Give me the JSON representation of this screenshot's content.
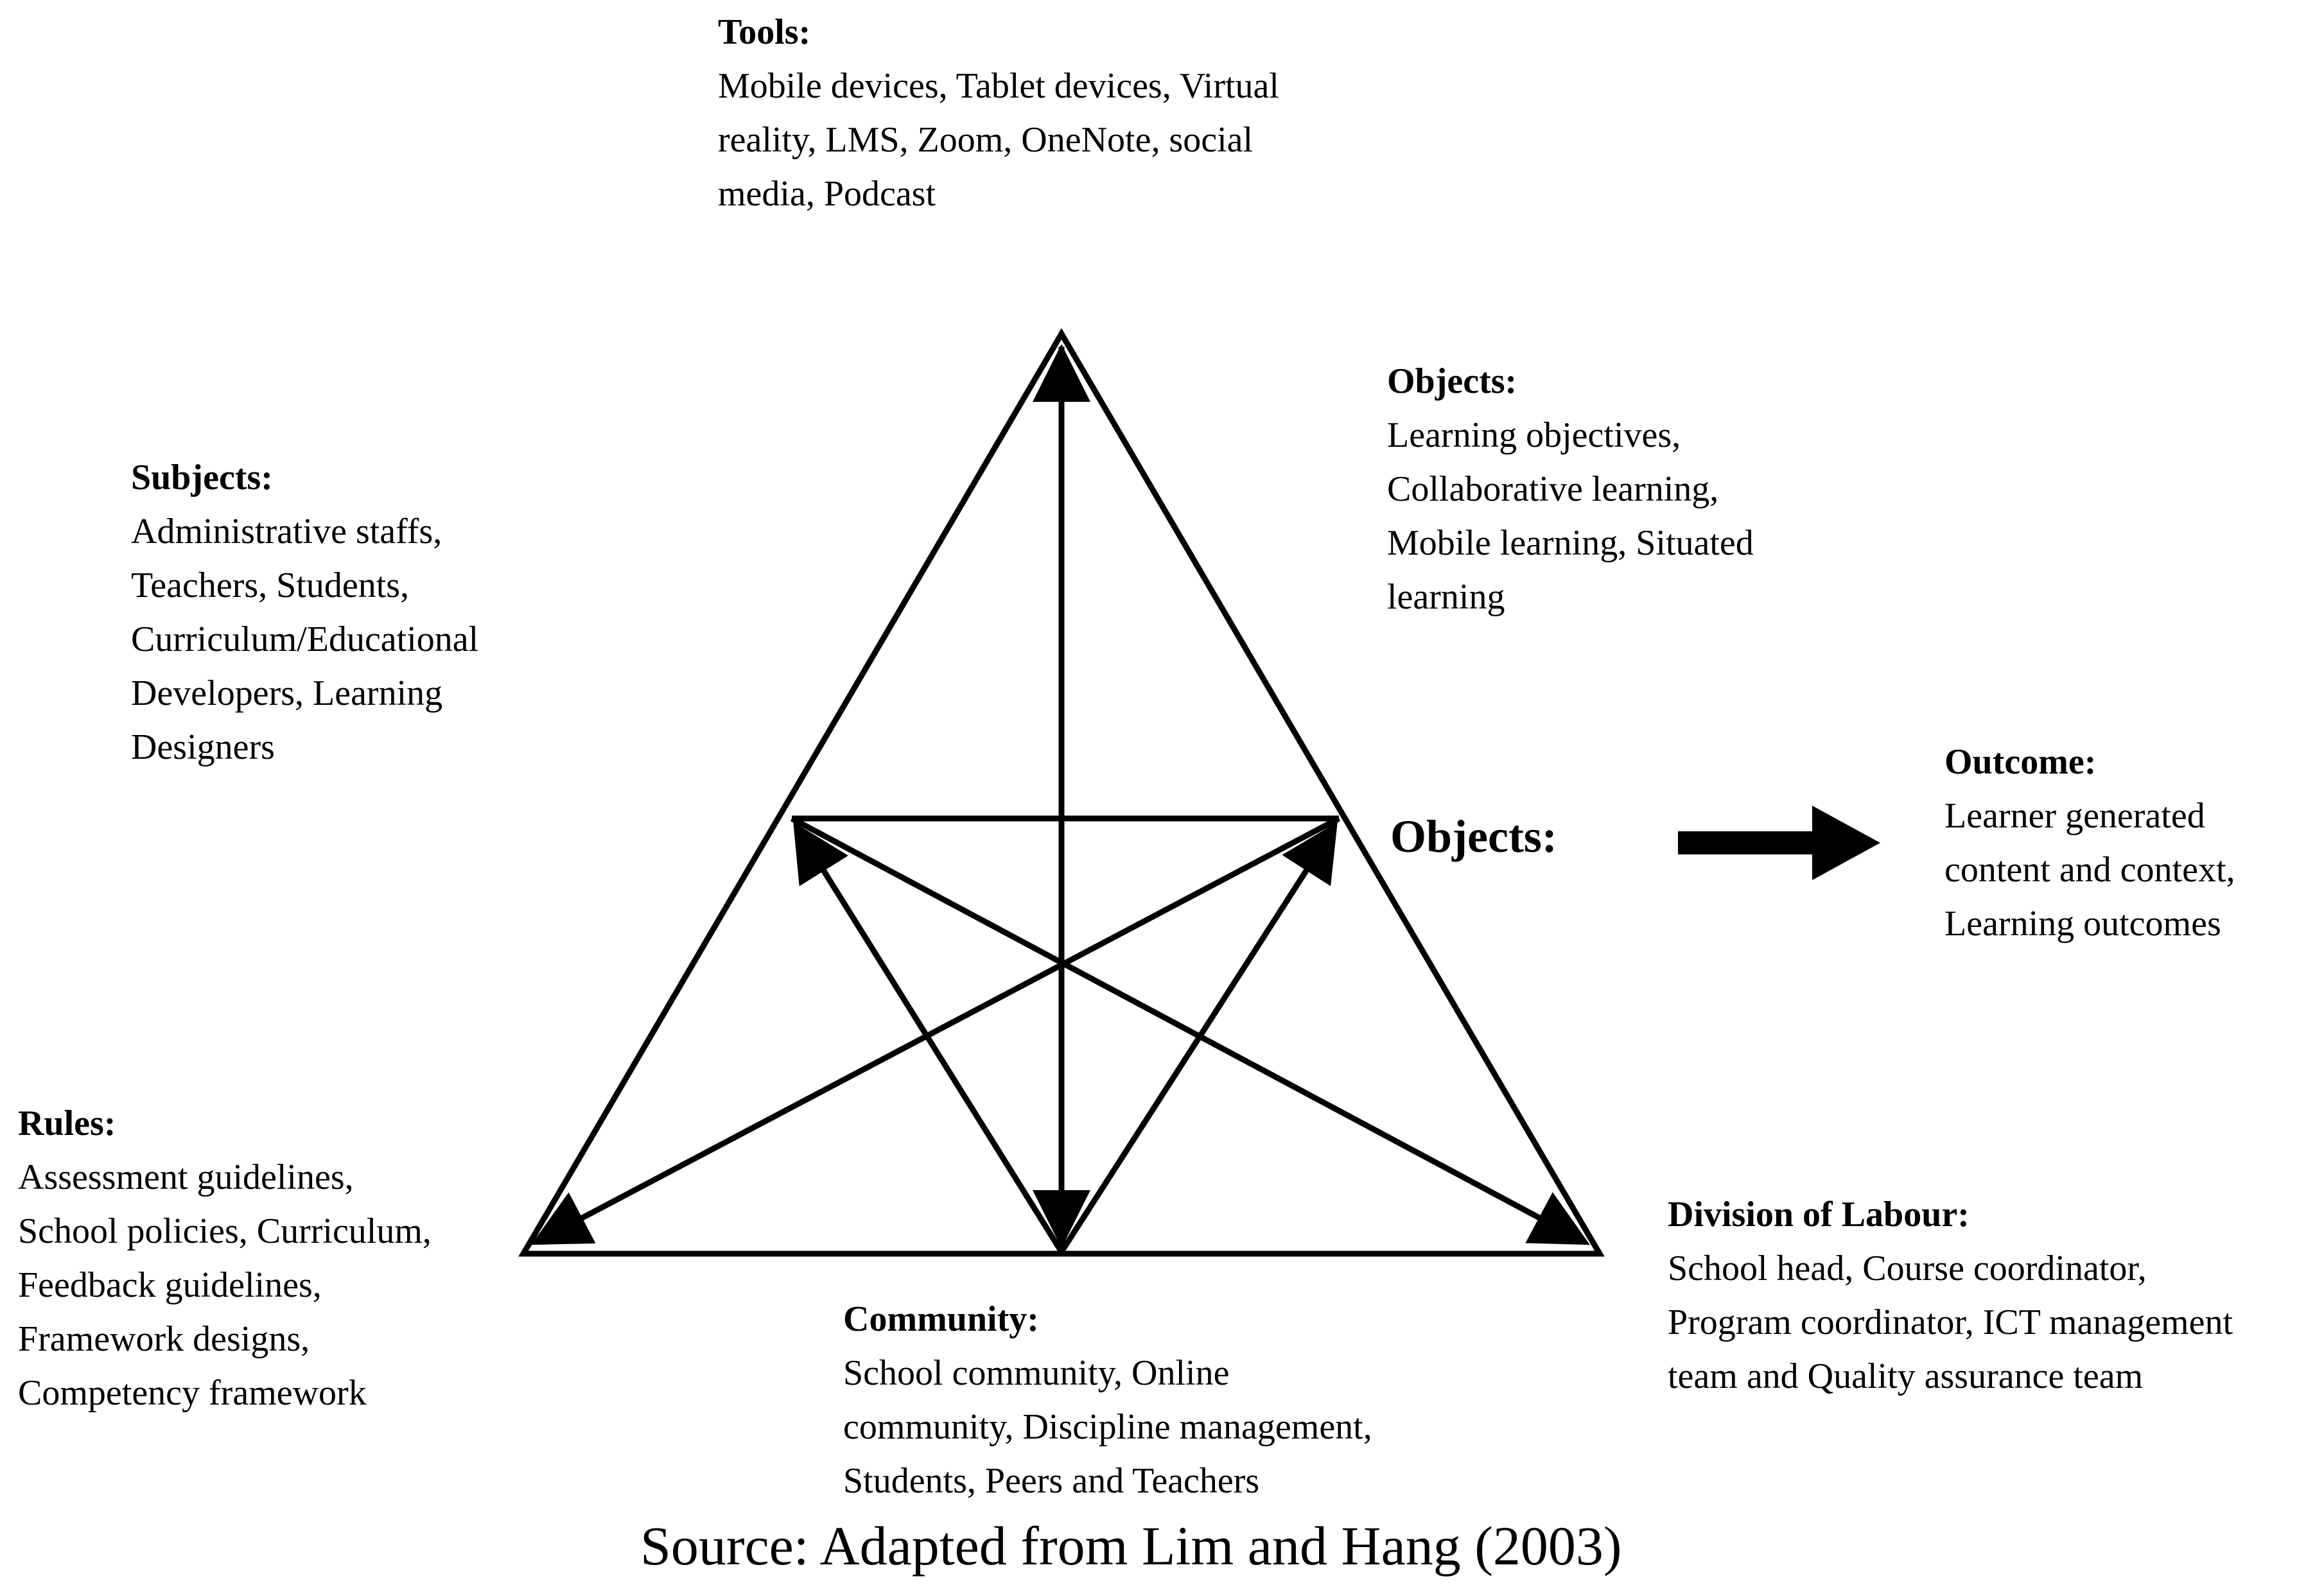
{
  "tools": {
    "title": "Tools:",
    "lines": [
      "Mobile devices, Tablet devices, Virtual",
      "reality, LMS, Zoom, OneNote, social",
      "media, Podcast"
    ]
  },
  "objects": {
    "title": "Objects:",
    "lines": [
      "Learning objectives,",
      "Collaborative learning,",
      "Mobile learning, Situated",
      "learning"
    ]
  },
  "subjects": {
    "title": "Subjects:",
    "lines": [
      "Administrative staffs,",
      "Teachers, Students,",
      "Curriculum/Educational",
      "Developers, Learning",
      "Designers"
    ]
  },
  "center_objects_label": "Objects:",
  "outcome": {
    "title": "Outcome:",
    "lines": [
      "Learner generated",
      "content and context,",
      "Learning outcomes"
    ]
  },
  "rules": {
    "title": "Rules:",
    "lines": [
      "Assessment guidelines,",
      "School policies, Curriculum,",
      "Feedback guidelines,",
      "Framework designs,",
      "Competency framework"
    ]
  },
  "division": {
    "title": "Division of Labour:",
    "lines": [
      "School head, Course coordinator,",
      "Program coordinator, ICT management",
      "team and Quality assurance team"
    ]
  },
  "community": {
    "title": "Community:",
    "lines": [
      "School community, Online",
      "community, Discipline management,",
      "Students, Peers and Teachers"
    ]
  },
  "source": "Source: Adapted from Lim and Hang (2003)",
  "colors": {
    "line": "#000000",
    "background": "#ffffff"
  }
}
